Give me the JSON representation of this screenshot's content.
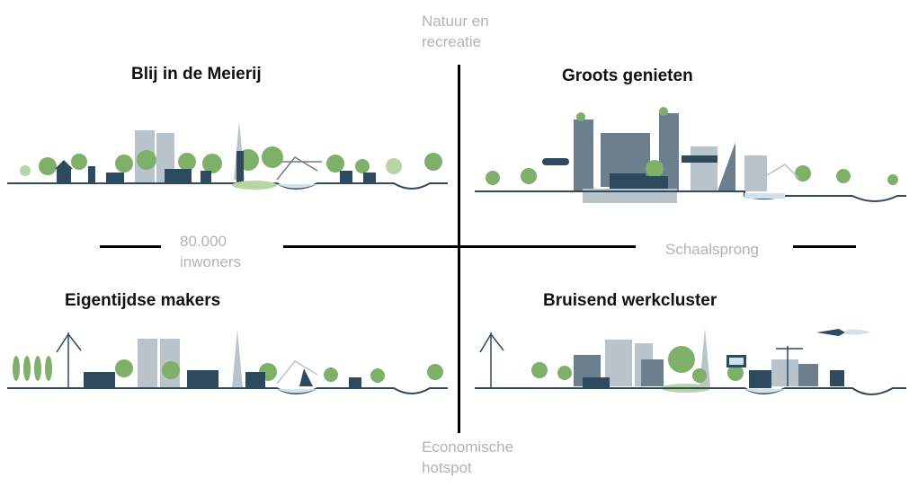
{
  "axes": {
    "top_label": "Natuur en\nrecreatie",
    "bottom_label": "Economische\nhotspot",
    "left_label": "80.000\ninwoners",
    "right_label": "Schaalsprong"
  },
  "quadrants": {
    "top_left": {
      "title": "Blij in de Meierij"
    },
    "top_right": {
      "title": "Groots genieten"
    },
    "bottom_left": {
      "title": "Eigentijdse makers"
    },
    "bottom_right": {
      "title": "Bruisend werkcluster"
    }
  },
  "colors": {
    "dark": "#2e4a5e",
    "mid": "#6b7f8e",
    "light": "#b9c3cb",
    "green": "#7fb069",
    "green_light": "#b8d5a6",
    "water": "#cfe3ef",
    "axis": "#000000",
    "muted_text": "#b3b3b3"
  }
}
